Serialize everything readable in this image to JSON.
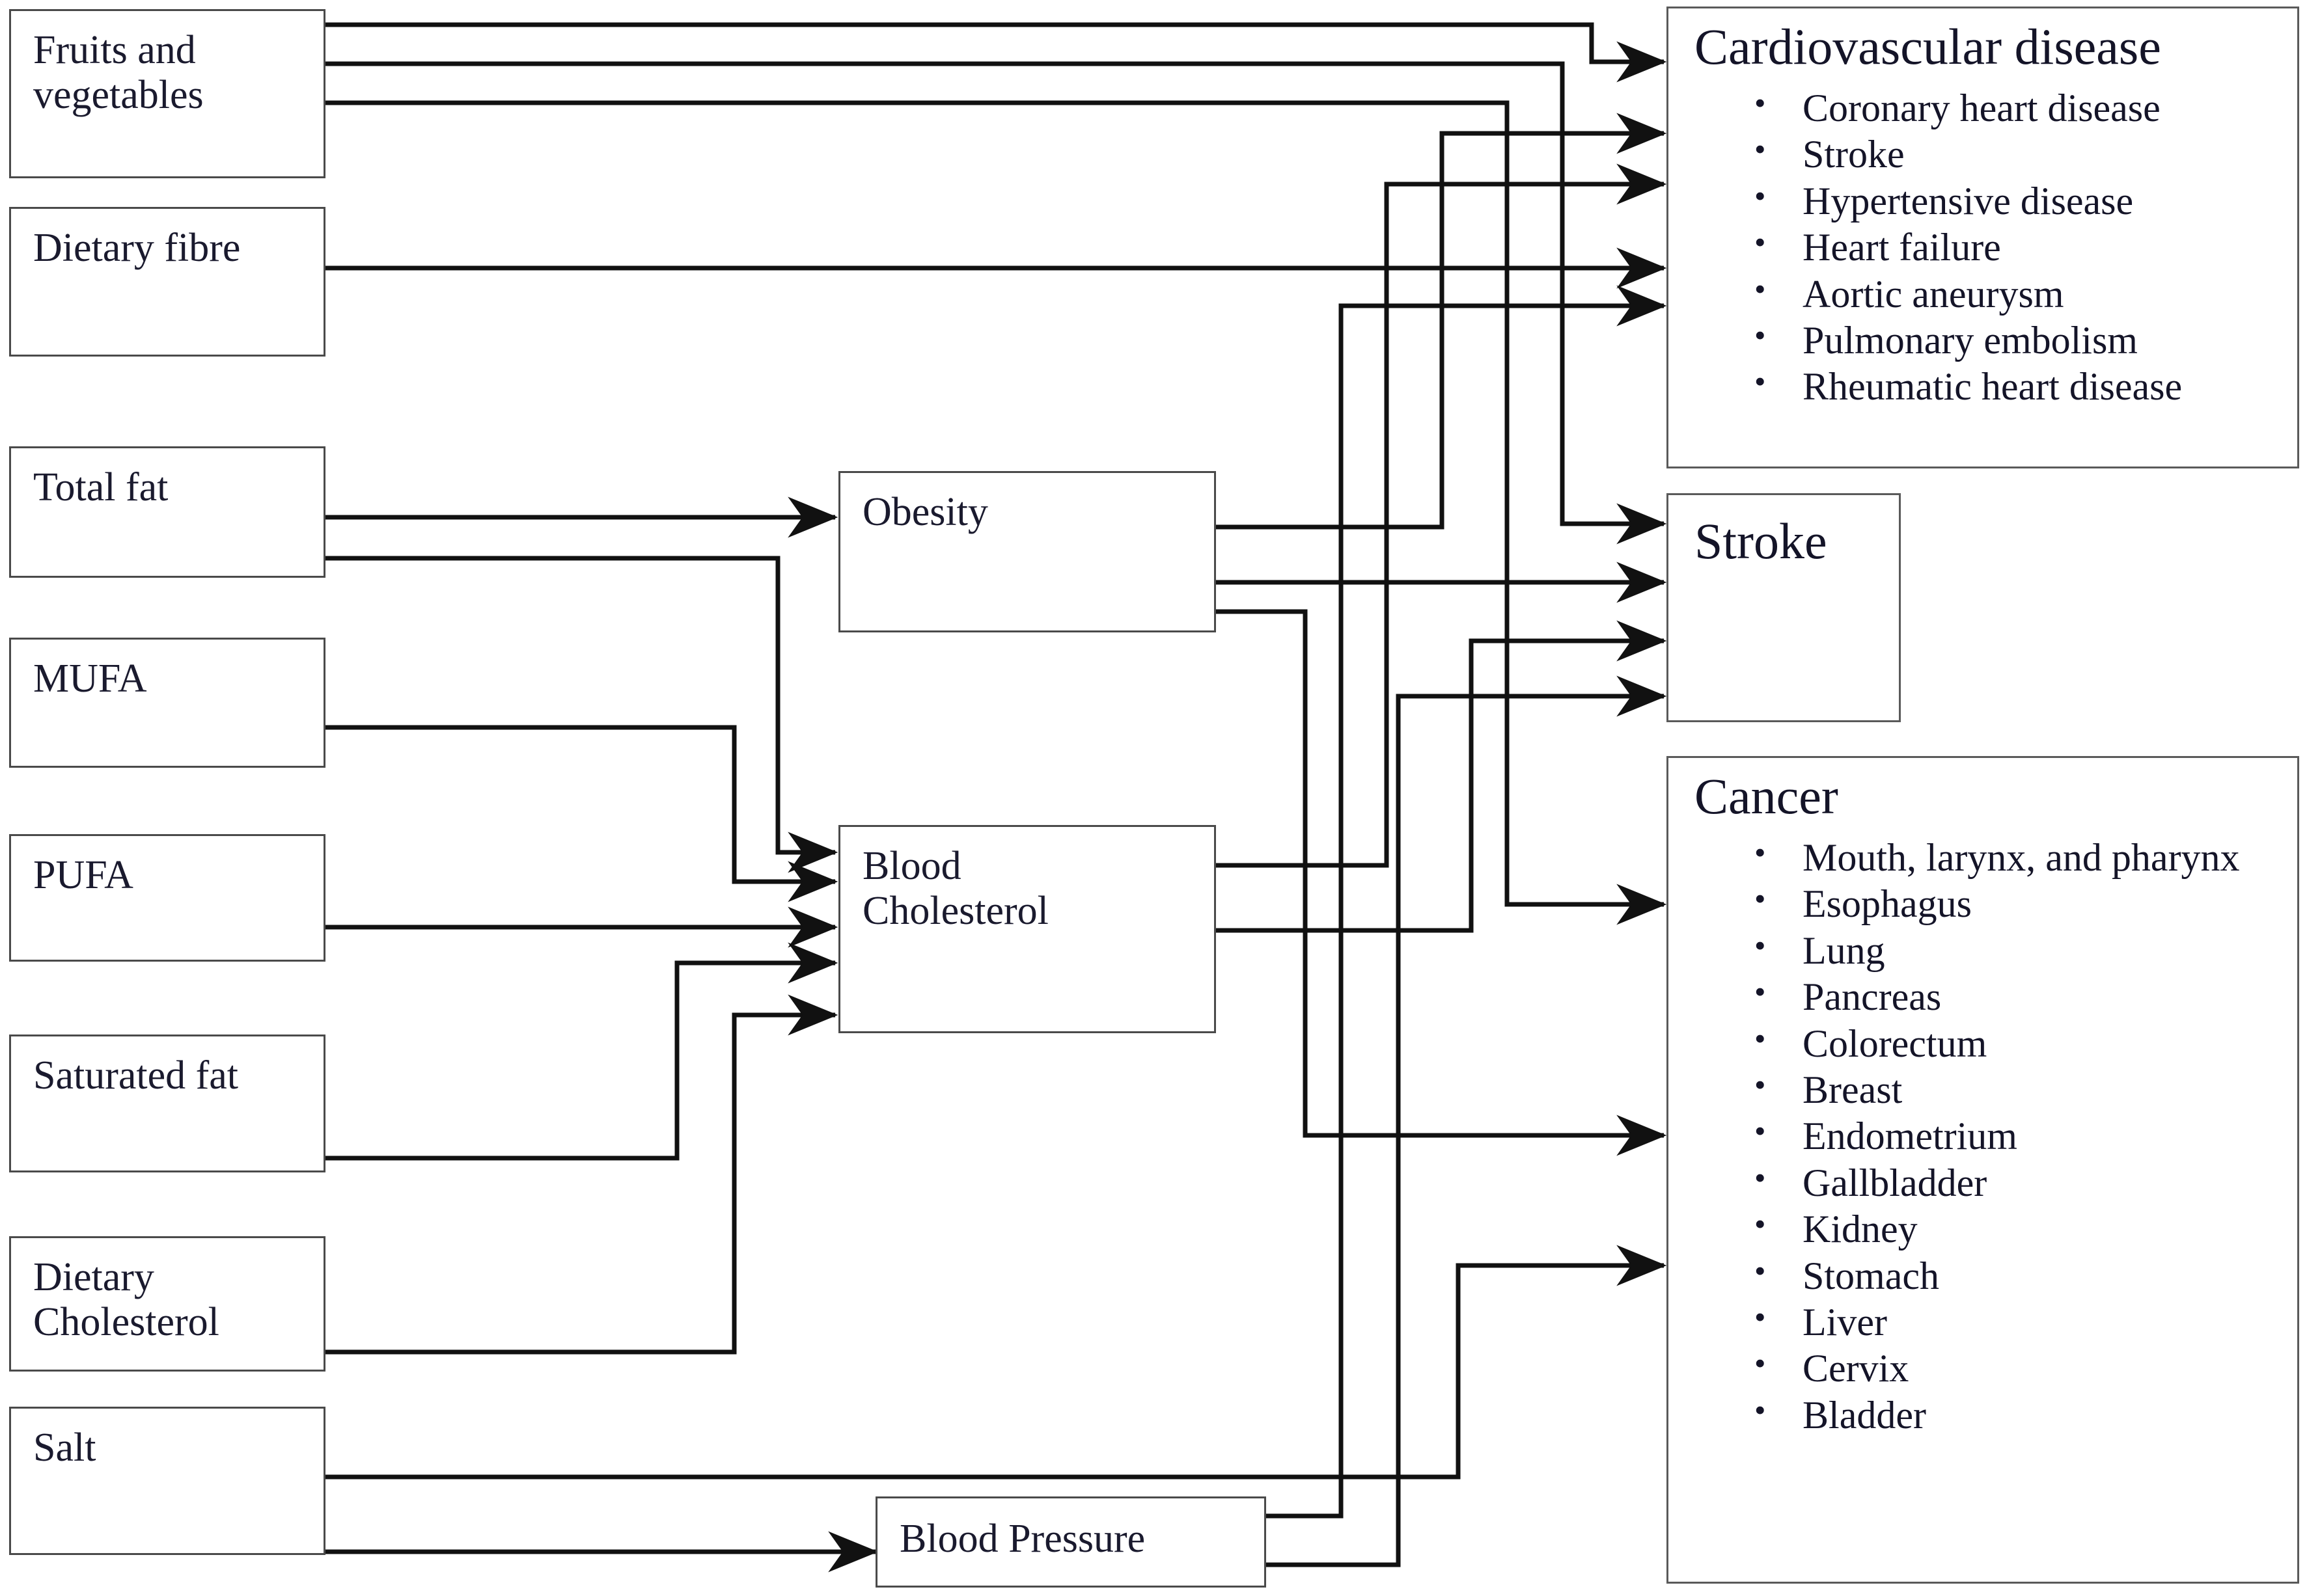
{
  "diagram": {
    "title": "Diet-related risk factors and disease outcomes flow diagram",
    "colors": {
      "box_border": "#4a4a4a",
      "outcome_border": "#5a5a5a",
      "line": "#111111",
      "text": "#141428",
      "background": "#ffffff"
    },
    "nutrients": [
      {
        "id": "fruits-and-vegetables",
        "label": "Fruits and\nvegetables"
      },
      {
        "id": "dietary-fibre",
        "label": "Dietary fibre"
      },
      {
        "id": "total-fat",
        "label": "Total fat"
      },
      {
        "id": "mufa",
        "label": "MUFA"
      },
      {
        "id": "pufa",
        "label": "PUFA"
      },
      {
        "id": "saturated-fat",
        "label": "Saturated fat"
      },
      {
        "id": "dietary-cholesterol",
        "label": "Dietary\nCholesterol"
      },
      {
        "id": "salt",
        "label": "Salt"
      }
    ],
    "mediators": [
      {
        "id": "obesity",
        "label": "Obesity"
      },
      {
        "id": "blood-cholesterol",
        "label": "Blood\nCholesterol"
      },
      {
        "id": "blood-pressure",
        "label": "Blood Pressure"
      }
    ],
    "outcomes": [
      {
        "id": "cardiovascular-disease",
        "title": "Cardiovascular disease",
        "bullet": "•",
        "items": [
          "Coronary heart disease",
          "Stroke",
          "Hypertensive disease",
          "Heart failure",
          "Aortic aneurysm",
          "Pulmonary embolism",
          "Rheumatic heart disease"
        ]
      },
      {
        "id": "stroke",
        "title": "Stroke",
        "bullet": "•",
        "items": []
      },
      {
        "id": "cancer",
        "title": "Cancer",
        "bullet": "•",
        "items": [
          "Mouth, larynx, and pharynx",
          "Esophagus",
          "Lung",
          "Pancreas",
          "Colorectum",
          "Breast",
          "Endometrium",
          "Gallbladder",
          "Kidney",
          "Stomach",
          "Liver",
          "Cervix",
          "Bladder"
        ]
      }
    ],
    "connections": [
      {
        "from": "fruits-and-vegetables",
        "to": "cardiovascular-disease"
      },
      {
        "from": "fruits-and-vegetables",
        "to": "stroke"
      },
      {
        "from": "fruits-and-vegetables",
        "to": "cancer"
      },
      {
        "from": "dietary-fibre",
        "to": "cardiovascular-disease"
      },
      {
        "from": "total-fat",
        "to": "obesity"
      },
      {
        "from": "total-fat",
        "to": "blood-cholesterol"
      },
      {
        "from": "mufa",
        "to": "blood-cholesterol"
      },
      {
        "from": "pufa",
        "to": "blood-cholesterol"
      },
      {
        "from": "saturated-fat",
        "to": "blood-cholesterol"
      },
      {
        "from": "dietary-cholesterol",
        "to": "blood-cholesterol"
      },
      {
        "from": "salt",
        "to": "cancer"
      },
      {
        "from": "salt",
        "to": "blood-pressure"
      },
      {
        "from": "obesity",
        "to": "cardiovascular-disease"
      },
      {
        "from": "obesity",
        "to": "stroke"
      },
      {
        "from": "obesity",
        "to": "cancer"
      },
      {
        "from": "blood-cholesterol",
        "to": "cardiovascular-disease"
      },
      {
        "from": "blood-cholesterol",
        "to": "stroke"
      },
      {
        "from": "blood-pressure",
        "to": "cardiovascular-disease"
      },
      {
        "from": "blood-pressure",
        "to": "stroke"
      }
    ]
  }
}
